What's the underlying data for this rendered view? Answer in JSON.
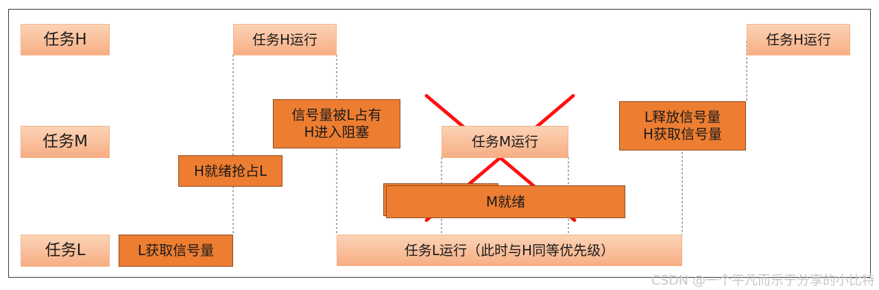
{
  "lanes": {
    "task_h": "任务H",
    "task_m": "任务M",
    "task_l": "任务L"
  },
  "blocks": {
    "h_run_1": "任务H运行",
    "h_run_2": "任务H运行",
    "m_run": "任务M运行",
    "l_run": "任务L运行（此时与H同等优先级）",
    "l_get_sem": "L获取信号量",
    "h_ready_preempt": "H就绪抢占L",
    "sem_blocked_line1": "信号量被L占有",
    "sem_blocked_line2": "H进入阻塞",
    "m_ready": "M就绪",
    "l_release_line1": "L释放信号量",
    "l_release_line2": "H获取信号量"
  },
  "watermark": "CSDN @一个平凡而乐于分享的小比特",
  "colors": {
    "light_fill": "#f7ae84",
    "dark_fill": "#ed7d31",
    "cross": "#ff0000"
  }
}
